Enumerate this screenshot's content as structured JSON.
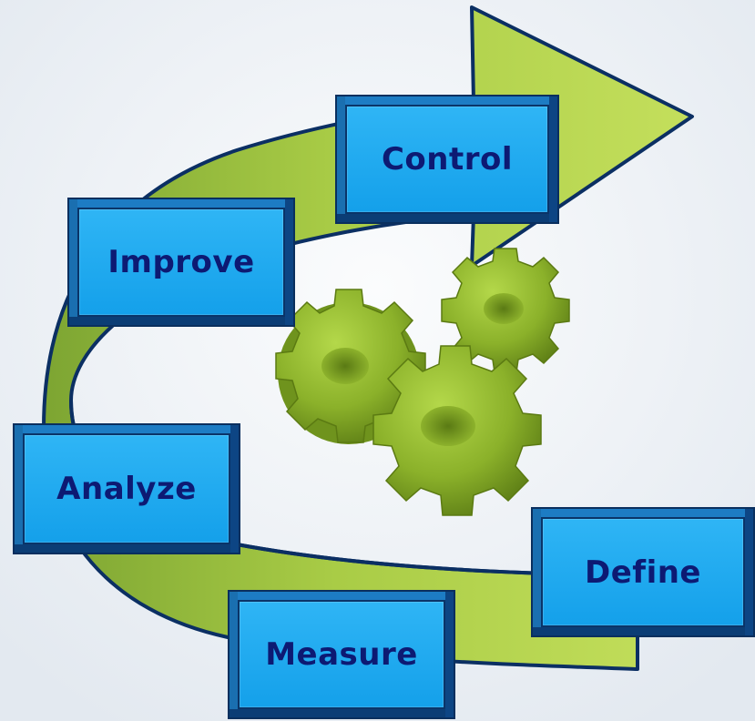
{
  "diagram": {
    "steps": [
      {
        "key": "control",
        "label": "Control"
      },
      {
        "key": "improve",
        "label": "Improve"
      },
      {
        "key": "analyze",
        "label": "Analyze"
      },
      {
        "key": "define",
        "label": "Define"
      },
      {
        "key": "measure",
        "label": "Measure"
      }
    ],
    "colors": {
      "arrow_fill": "#b3d44a",
      "arrow_stroke": "#0b2f63",
      "box_face": "#1aa8ee",
      "box_text": "#0d1a73",
      "gear": "#8fb52a"
    },
    "icons": [
      "gears-icon",
      "cycle-arrow-icon"
    ]
  }
}
